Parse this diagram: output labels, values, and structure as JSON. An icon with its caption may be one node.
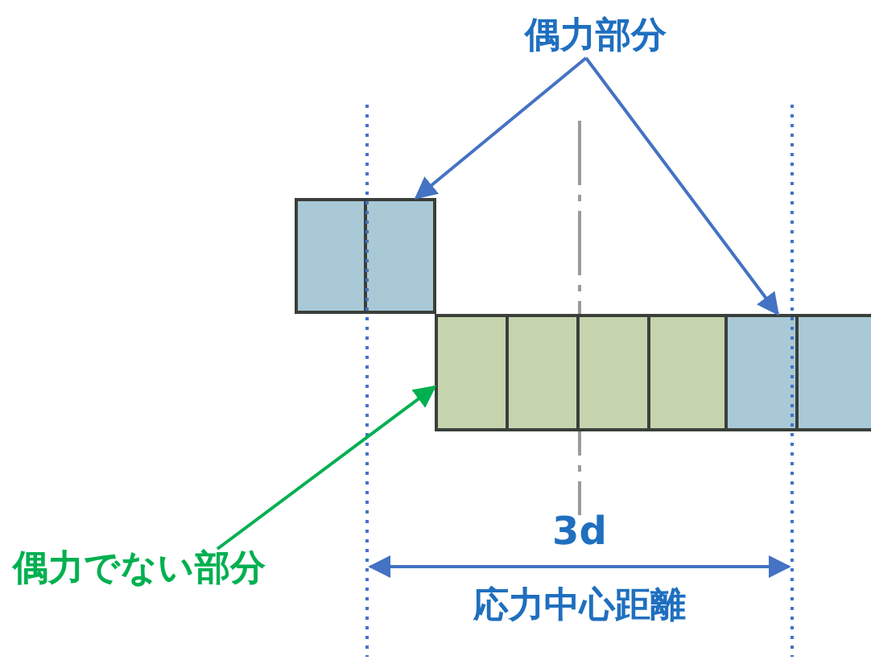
{
  "diagram": {
    "nodes": [
      {
        "text": [
          "偶力部分"
        ]
      },
      {
        "text": [],
        "shape": "box"
      },
      {
        "text": [],
        "shape": "box"
      },
      {
        "text": [],
        "shape": "box"
      },
      {
        "text": [],
        "shape": "box"
      },
      {
        "text": [],
        "shape": "box"
      },
      {
        "text": [],
        "shape": "box"
      },
      {
        "text": [],
        "shape": "box"
      },
      {
        "text": [],
        "shape": "box"
      },
      {
        "text": [
          "偶力でない部分"
        ]
      }
    ],
    "edges": [
      {
        "from": 0,
        "to": 2,
        "arrow": "to"
      },
      {
        "from": 0,
        "to": 7,
        "arrow": "to"
      },
      {
        "from": 9,
        "to": 3,
        "arrow": "to",
        "color": "#00b050"
      }
    ],
    "labels": [
      "3d",
      "応力中心距離"
    ]
  }
}
